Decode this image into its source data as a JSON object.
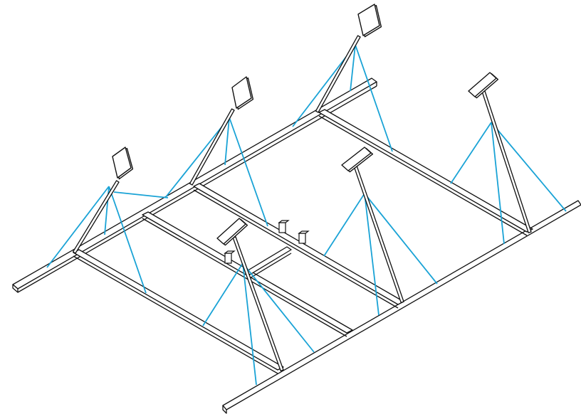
{
  "diagram": {
    "cable_color": "#1aa3d6",
    "line_color": "#111111",
    "background": "#ffffff",
    "sign_assemblies": [
      {
        "id": "assembly-1"
      },
      {
        "id": "assembly-2"
      },
      {
        "id": "assembly-3"
      },
      {
        "id": "assembly-4"
      },
      {
        "id": "assembly-5"
      },
      {
        "id": "assembly-6"
      }
    ]
  }
}
